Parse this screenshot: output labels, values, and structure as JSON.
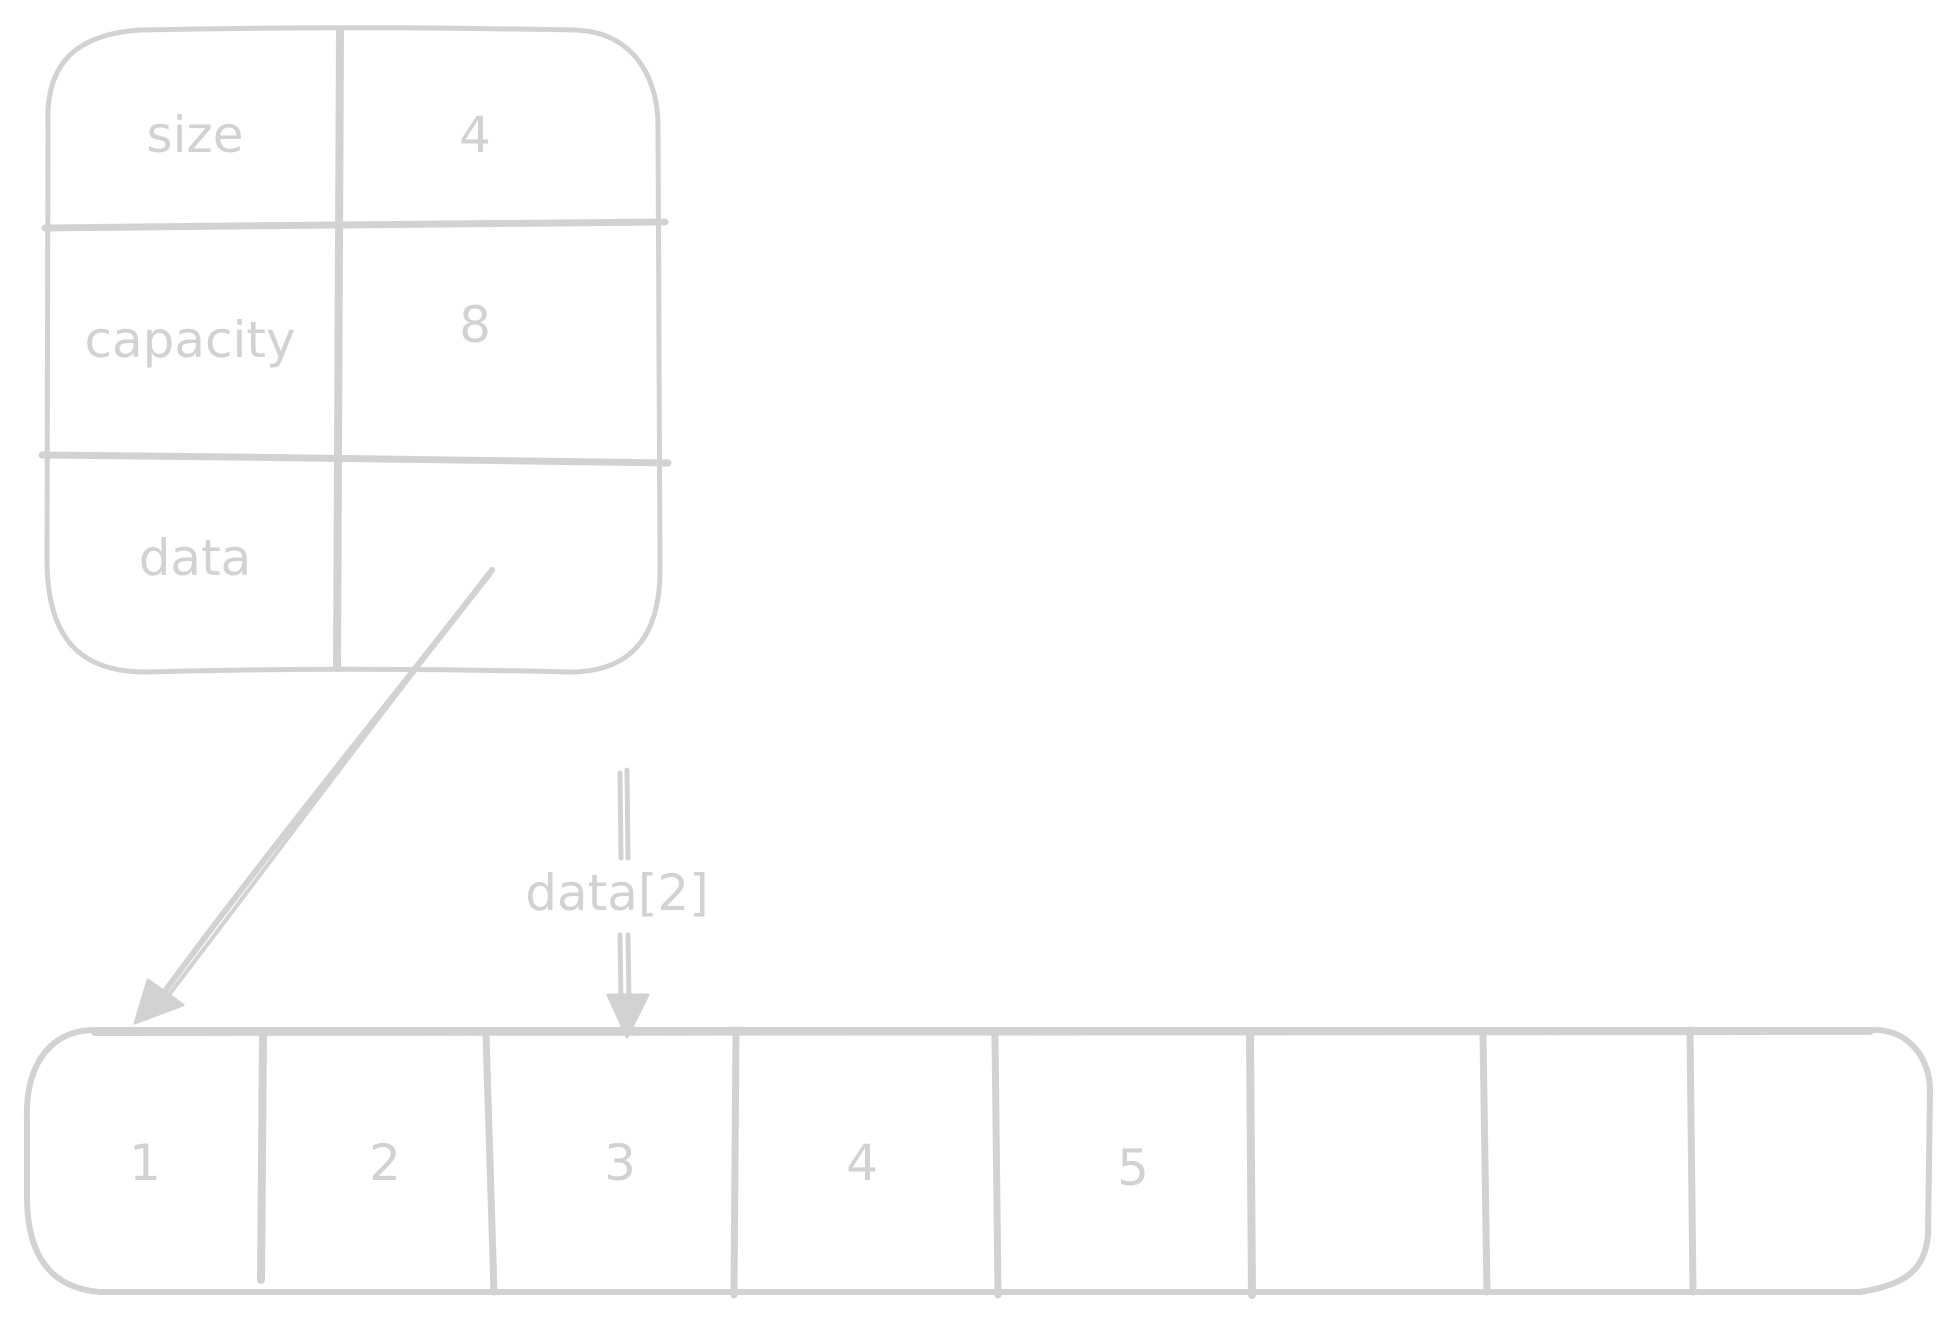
{
  "struct": {
    "rows": [
      {
        "field": "size",
        "value": "4"
      },
      {
        "field": "capacity",
        "value": "8"
      },
      {
        "field": "data",
        "value": ""
      }
    ]
  },
  "array": {
    "cells": [
      "1",
      "2",
      "3",
      "4",
      "5",
      "",
      "",
      ""
    ]
  },
  "index_label": "data[2]",
  "colors": {
    "stroke": "#d3d2d3",
    "background": "#ffffff"
  }
}
